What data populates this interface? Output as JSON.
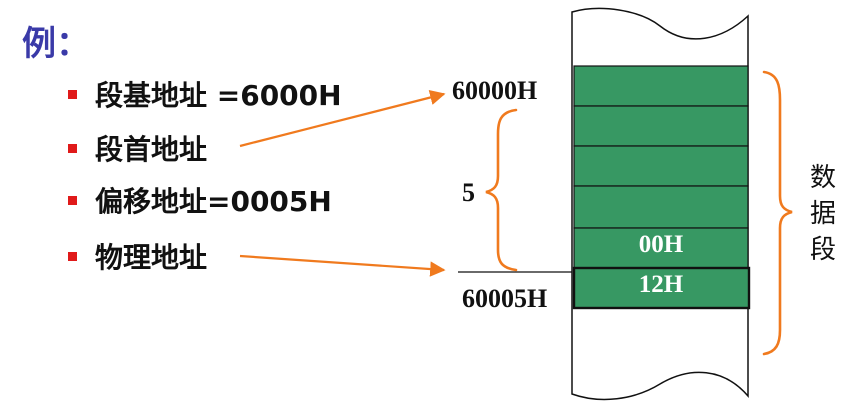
{
  "title": "例：",
  "bullets": [
    {
      "label": "段基地址 =6000H"
    },
    {
      "label": "段首地址"
    },
    {
      "label": "偏移地址=0005H"
    },
    {
      "label": "物理地址"
    }
  ],
  "memory": {
    "start_address": "60000H",
    "target_address": "60005H",
    "offset_label": "5",
    "cells": [
      "",
      "",
      "",
      "",
      "00H",
      "12H"
    ],
    "segment_label_chars": [
      "数",
      "据",
      "段"
    ]
  },
  "colors": {
    "cell_fill": "#379863",
    "bullet": "#e01a1a",
    "arrow": "#f07a1e",
    "title": "#3a3aa8"
  }
}
